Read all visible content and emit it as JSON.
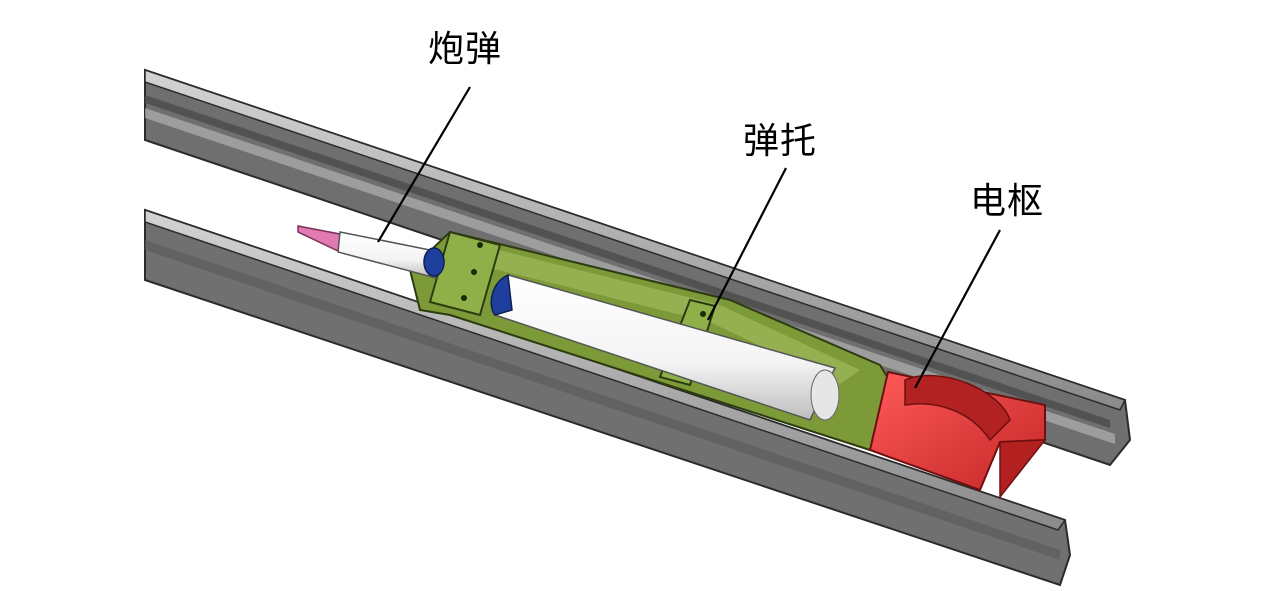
{
  "labels": {
    "projectile": "炮弹",
    "sabot": "弹托",
    "armature": "电枢"
  },
  "colors": {
    "rail": "#6e6e6e",
    "rail_light": "#b9b9b9",
    "sabot": "#7f9b3b",
    "projectile_body": "#ffffff",
    "projectile_tip": "#e07ab0",
    "projectile_cap": "#1f3f9f",
    "armature": "#e63a3a",
    "leader_line": "#000000"
  }
}
